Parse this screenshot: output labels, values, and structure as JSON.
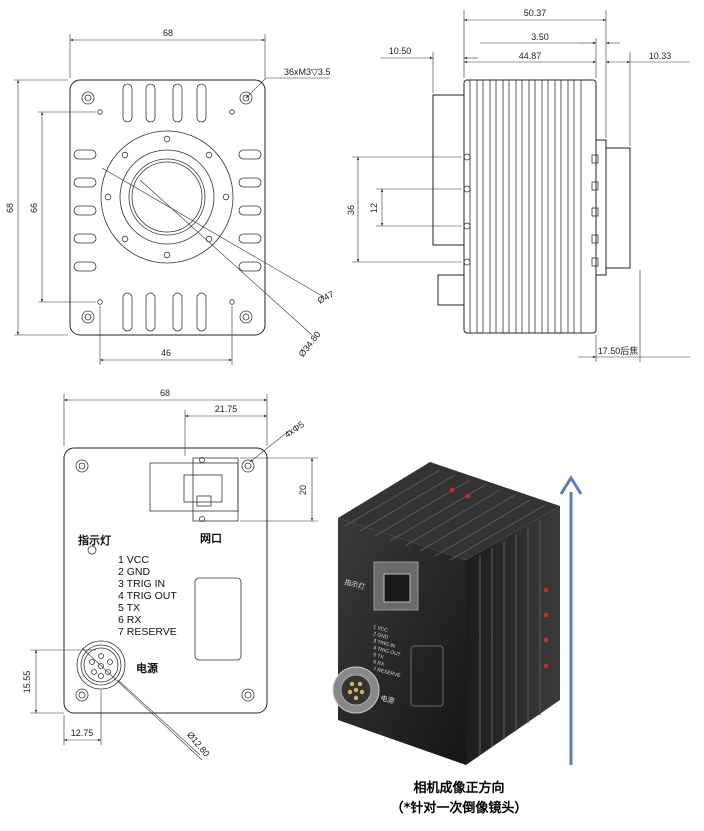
{
  "front_view": {
    "width_dim": "68",
    "height_dim": "68",
    "hole_pitch_v": "66",
    "hole_pitch_h": "46",
    "thread_note": "36xM3▽3.5",
    "dia_outer": "Ø47",
    "dia_inner": "Ø34.80"
  },
  "side_view": {
    "total_len": "50.37",
    "mount_len": "10.50",
    "flange": "3.50",
    "body_len": "44.87",
    "lens_len": "10.33",
    "hole_span": "36",
    "hole_pitch": "12",
    "back_focus": "17.50后焦"
  },
  "back_view": {
    "width_dim": "68",
    "rj45_offset": "21.75",
    "rj45_height": "20",
    "mount_holes": "4xΦ5",
    "indicator_label": "指示灯",
    "net_label": "网口",
    "power_label": "电源",
    "conn_offset_v": "15.55",
    "conn_offset_h": "12.75",
    "conn_dia": "Ø12.80",
    "pins": [
      "1  VCC",
      "2  GND",
      "3  TRIG IN",
      "4  TRIG OUT",
      "5  TX",
      "6  RX",
      "7  RESERVE"
    ]
  },
  "photo": {
    "indicator_label": "指示灯",
    "power_label": "电源",
    "pins": [
      "1 VCC",
      "2 GND",
      "3 TRIG IN",
      "4 TRIG OUT",
      "5 TX",
      "6 RX",
      "7 RESERVE"
    ]
  },
  "caption": {
    "line1": "相机成像正方向",
    "line2": "（*针对一次倒像镜头）"
  },
  "colors": {
    "arrow": "#5a7fb8",
    "camera_body": "#2a2a2a"
  }
}
